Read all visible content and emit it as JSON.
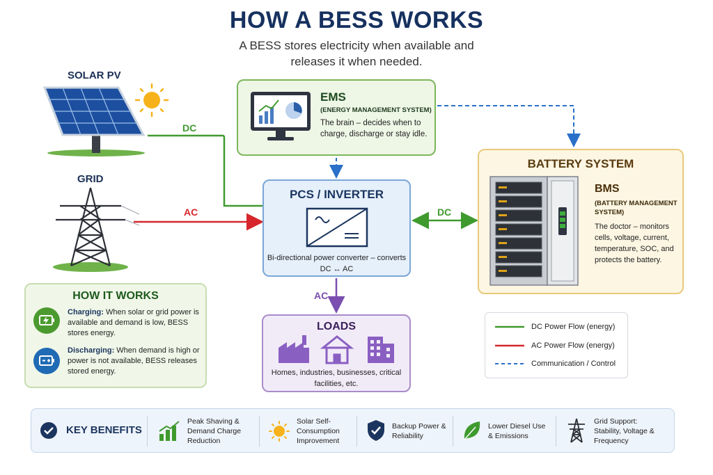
{
  "title": "HOW A BESS WORKS",
  "subtitle": "A BESS stores electricity when available and releases it when needed.",
  "sources": {
    "solar_label": "SOLAR PV",
    "grid_label": "GRID"
  },
  "flows": {
    "solar_to_pcs": "DC",
    "grid_to_pcs": "AC",
    "pcs_battery": "DC",
    "pcs_to_loads": "AC"
  },
  "ems": {
    "title": "EMS",
    "subtitle": "(ENERGY MANAGEMENT SYSTEM)",
    "description": "The brain – decides when to charge, discharge or stay idle."
  },
  "pcs": {
    "title": "PCS / INVERTER",
    "description": "Bi-directional power converter – converts DC ↔ AC"
  },
  "battery": {
    "title": "BATTERY SYSTEM",
    "bms_title": "BMS",
    "bms_subtitle": "(BATTERY MANAGEMENT SYSTEM)",
    "bms_description": "The doctor – monitors cells, voltage, current, temperature, SOC, and protects the battery."
  },
  "loads": {
    "title": "LOADS",
    "description": "Homes, industries, businesses, critical facilities, etc."
  },
  "how_it_works": {
    "title": "HOW IT WORKS",
    "charging_label": "Charging:",
    "charging_text": "When solar or grid power is available and demand is low, BESS stores energy.",
    "discharging_label": "Discharging:",
    "discharging_text": "When demand is high or power is not available, BESS releases stored energy."
  },
  "legend": {
    "items": [
      {
        "label": "DC Power Flow (energy)",
        "color": "#3f9a2e",
        "style": "solid"
      },
      {
        "label": "AC Power Flow (energy)",
        "color": "#d6262b",
        "style": "solid"
      },
      {
        "label": "Communication / Control",
        "color": "#2a6fc9",
        "style": "dashed"
      }
    ]
  },
  "benefits": {
    "title": "KEY BENEFITS",
    "items": [
      {
        "icon": "bar-chart-icon",
        "label": "Peak Shaving & Demand Charge Reduction"
      },
      {
        "icon": "sun-icon",
        "label": "Solar Self-Consumption Improvement"
      },
      {
        "icon": "shield-check-icon",
        "label": "Backup Power & Reliability"
      },
      {
        "icon": "leaf-icon",
        "label": "Lower Diesel Use & Emissions"
      },
      {
        "icon": "transmission-tower-icon",
        "label": "Grid Support: Stability, Voltage & Frequency"
      }
    ]
  },
  "colors": {
    "dc": "#3f9a2e",
    "ac": "#d6262b",
    "ac_loads": "#7b4fb0",
    "control": "#2a6fc9"
  }
}
